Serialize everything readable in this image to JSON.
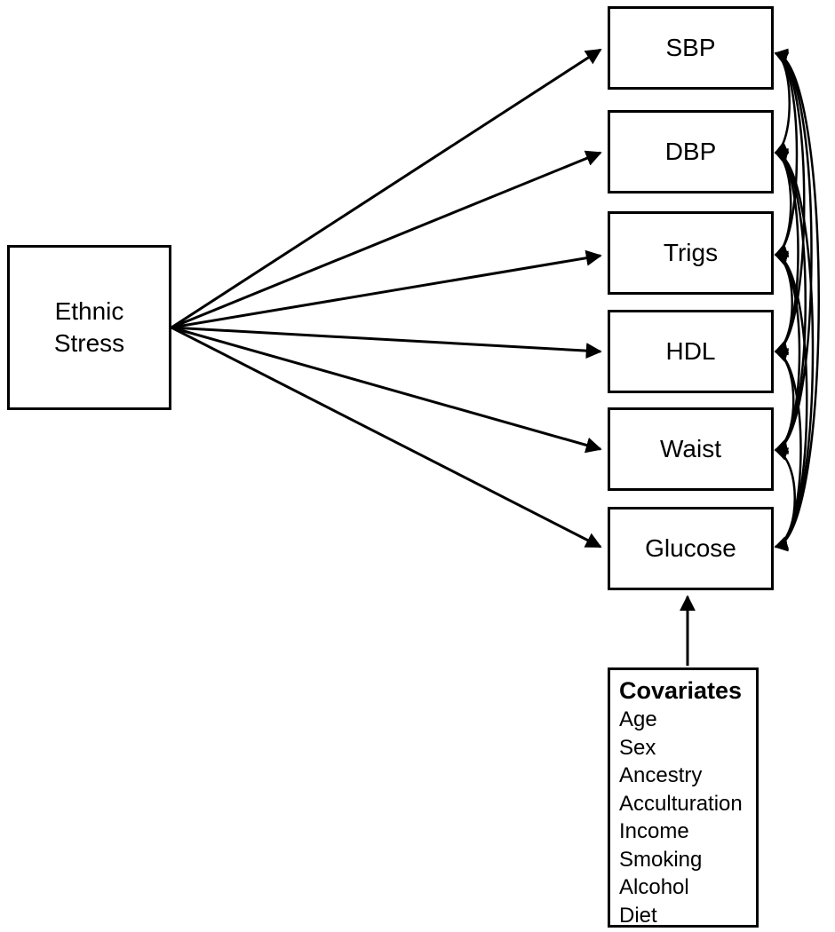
{
  "diagram": {
    "exposure": {
      "label_line1": "Ethnic",
      "label_line2": "Stress"
    },
    "outcomes": [
      {
        "id": "sbp",
        "label": "SBP"
      },
      {
        "id": "dbp",
        "label": "DBP"
      },
      {
        "id": "trigs",
        "label": "Trigs"
      },
      {
        "id": "hdl",
        "label": "HDL"
      },
      {
        "id": "waist",
        "label": "Waist"
      },
      {
        "id": "glucose",
        "label": "Glucose"
      }
    ],
    "covariates": {
      "title": "Covariates",
      "items": [
        "Age",
        "Sex",
        "Ancestry",
        "Acculturation",
        "Income",
        "Smoking",
        "Alcohol",
        "Diet"
      ]
    },
    "colors": {
      "line": "#000000",
      "box_border": "#000000",
      "background": "#ffffff"
    }
  }
}
